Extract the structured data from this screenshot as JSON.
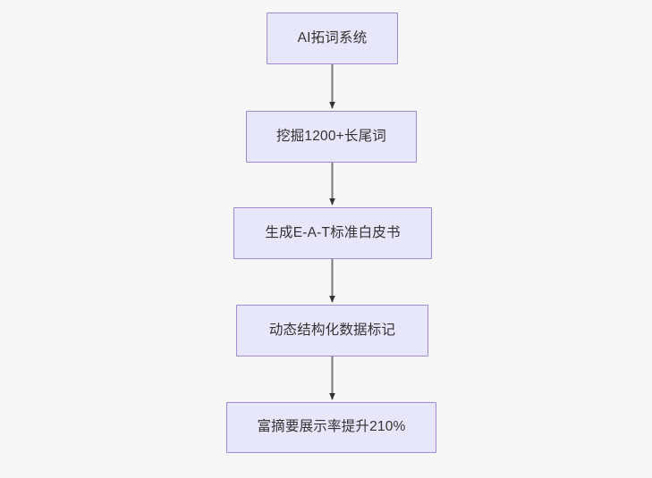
{
  "diagram": {
    "type": "flowchart",
    "orientation": "top-to-bottom",
    "background_color": "#f7f7f8",
    "node_fill_color": "#e8e6fb",
    "node_border_color": "#a387d8",
    "node_text_color": "#333333",
    "edge_line_color": "#7a7a7a",
    "edge_arrow_color": "#333333",
    "nodes": [
      {
        "id": "node-0",
        "label": "AI拓词系统"
      },
      {
        "id": "node-1",
        "label": "挖掘1200+长尾词"
      },
      {
        "id": "node-2",
        "label": "生成E-A-T标准白皮书"
      },
      {
        "id": "node-3",
        "label": "动态结构化数据标记"
      },
      {
        "id": "node-4",
        "label": "富摘要展示率提升210%"
      }
    ],
    "edges": [
      {
        "id": "edge-0",
        "from": "node-0",
        "to": "node-1",
        "label": ""
      },
      {
        "id": "edge-1",
        "from": "node-1",
        "to": "node-2",
        "label": ""
      },
      {
        "id": "edge-2",
        "from": "node-2",
        "to": "node-3",
        "label": ""
      },
      {
        "id": "edge-3",
        "from": "node-3",
        "to": "node-4",
        "label": ""
      }
    ]
  }
}
